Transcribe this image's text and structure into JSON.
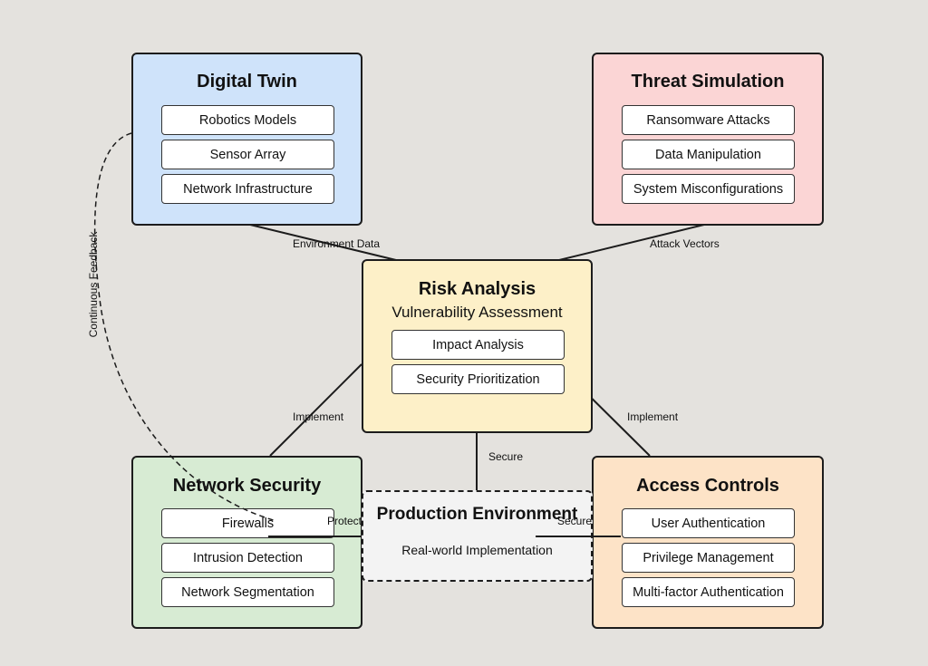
{
  "colors": {
    "background": "#e4e2de",
    "digital_twin": "#cfe3fa",
    "threat_simulation": "#fbd5d5",
    "risk_analysis": "#fdf0c8",
    "network_security": "#d7ebd3",
    "access_controls": "#fde3c7",
    "production_environment": "#f4f4f4"
  },
  "digital_twin": {
    "title": "Digital Twin",
    "items": [
      "Robotics Models",
      "Sensor Array",
      "Network Infrastructure"
    ]
  },
  "threat_simulation": {
    "title": "Threat Simulation",
    "items": [
      "Ransomware Attacks",
      "Data Manipulation",
      "System Misconfigurations"
    ]
  },
  "risk_analysis": {
    "title": "Risk Analysis",
    "subtitle": "Vulnerability Assessment",
    "items": [
      "Impact Analysis",
      "Security Prioritization"
    ]
  },
  "network_security": {
    "title": "Network Security",
    "items": [
      "Firewalls",
      "Intrusion Detection",
      "Network Segmentation"
    ]
  },
  "access_controls": {
    "title": "Access Controls",
    "items": [
      "User Authentication",
      "Privilege Management",
      "Multi-factor Authentication"
    ]
  },
  "production_environment": {
    "title": "Production Environment",
    "subtitle": "Real-world Implementation"
  },
  "edges": {
    "environment_data": "Environment Data",
    "attack_vectors": "Attack Vectors",
    "implement_left": "Implement",
    "implement_right": "Implement",
    "secure_center": "Secure",
    "protect": "Protect",
    "secure_right": "Secure",
    "continuous_feedback": "Continuous Feedback"
  }
}
